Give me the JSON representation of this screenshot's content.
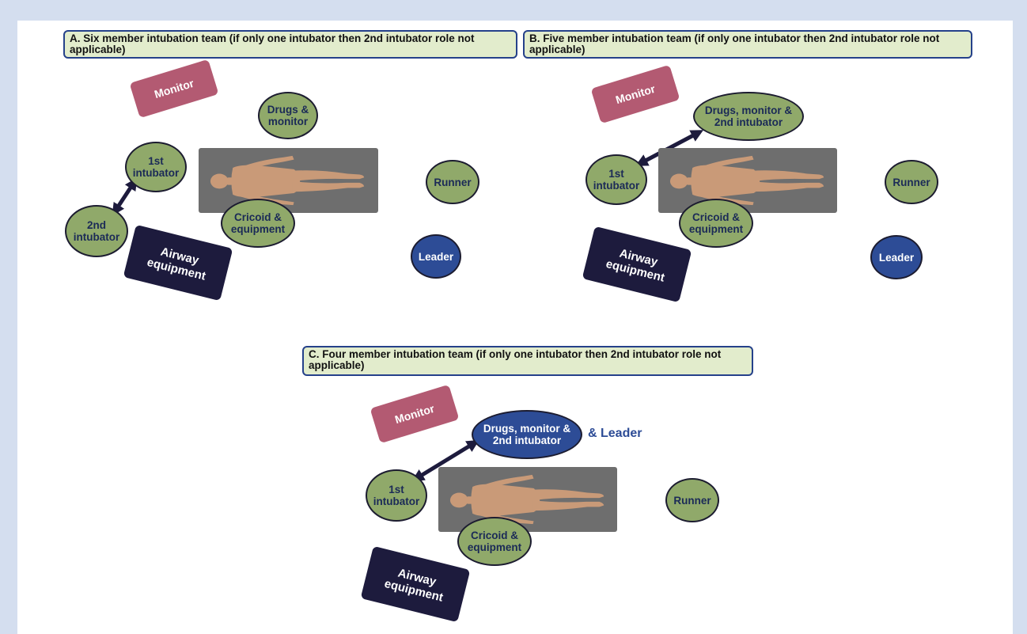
{
  "colors": {
    "background": "#d4deef",
    "caption_fill": "#e2eccc",
    "caption_border": "#25418a",
    "green_role": "#90a96a",
    "blue_role": "#2d4c96",
    "monitor": "#b35a72",
    "airway_equipment": "#1d1b3d",
    "bed": "#6e6e6e",
    "patient": "#c99a78",
    "arrow": "#1d1b3d"
  },
  "panels": {
    "a": {
      "caption": "A.  Six member intubation team (if only one intubator then 2nd intubator role not applicable)",
      "monitor": "Monitor",
      "drugs": "Drugs & monitor",
      "intubator1": "1st intubator",
      "intubator2": "2nd intubator",
      "cricoid": "Cricoid & equipment",
      "airway": "Airway equipment",
      "runner": "Runner",
      "leader": "Leader"
    },
    "b": {
      "caption": "B.  Five member intubation team (if only one intubator then 2nd intubator role not applicable)",
      "monitor": "Monitor",
      "drugs": "Drugs, monitor & 2nd intubator",
      "intubator1": "1st intubator",
      "cricoid": "Cricoid & equipment",
      "airway": "Airway equipment",
      "runner": "Runner",
      "leader": "Leader"
    },
    "c": {
      "caption": "C.  Four member intubation team (if only one intubator then 2nd intubator role not applicable)",
      "monitor": "Monitor",
      "drugs": "Drugs, monitor & 2nd intubator",
      "leader_suffix": "& Leader",
      "intubator1": "1st intubator",
      "cricoid": "Cricoid & equipment",
      "airway": "Airway equipment",
      "runner": "Runner"
    }
  }
}
